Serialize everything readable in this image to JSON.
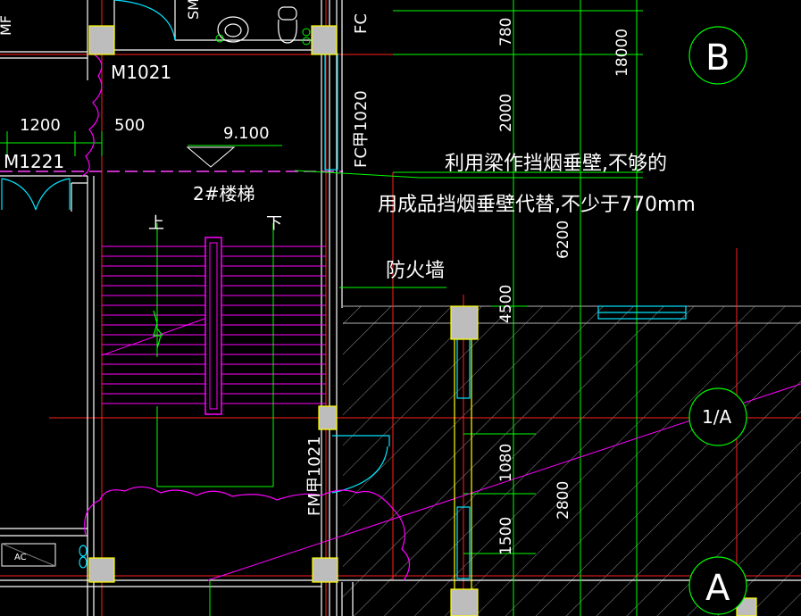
{
  "drawing": {
    "labels": {
      "m1021": "M1021",
      "m1221": "M1221",
      "dim_1200": "1200",
      "dim_500": "500",
      "elevation": "9.100",
      "stair_name": "2#楼梯",
      "stair_up": "上",
      "stair_down": "下",
      "fc_top": "FC",
      "fc_1020": "FC甲1020",
      "fm_1021": "FM甲1021",
      "note_line1": "利用梁作挡烟垂壁,不够的",
      "note_line2": "用成品挡烟垂壁代替,不少于770mm",
      "fire_wall": "防火墙",
      "ac": "AC",
      "sm": "SM",
      "mf": "MF"
    },
    "dimensions": {
      "d780": "780",
      "d18000": "18000",
      "d2000": "2000",
      "d6200": "6200",
      "d4500": "4500",
      "d1080": "1080",
      "d2800": "2800",
      "d1500": "1500"
    },
    "grid_axes": {
      "b": "B",
      "one_a": "1/A",
      "a": "A"
    },
    "colors": {
      "background": "#000000",
      "wall": "#ffffff",
      "grid_line": "#ff2020",
      "dimension": "#00ff00",
      "stair": "#ff00ff",
      "door": "#00e5ff",
      "column": "#c0c0c0",
      "column_outline": "#ffff00",
      "hatch": "#9a9a9a",
      "text": "#ffffff"
    }
  }
}
